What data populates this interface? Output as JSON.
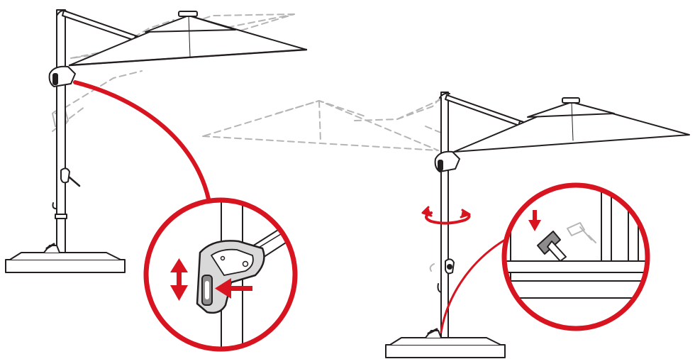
{
  "diagram": {
    "steps": [
      {
        "id": "tilt",
        "action": "press-and-slide",
        "icons": [
          "up-down-arrow-icon",
          "push-arrow-icon"
        ]
      },
      {
        "id": "rotate",
        "action": "rotate-and-lock",
        "icons": [
          "rotate-arrow-icon",
          "down-arrow-icon"
        ]
      }
    ],
    "colors": {
      "line": "#231f20",
      "accent": "#d7141f",
      "ghost": "#b5b5b5",
      "handle_fill": "#d9d9d9",
      "highlight": "#8c8c8c"
    }
  }
}
